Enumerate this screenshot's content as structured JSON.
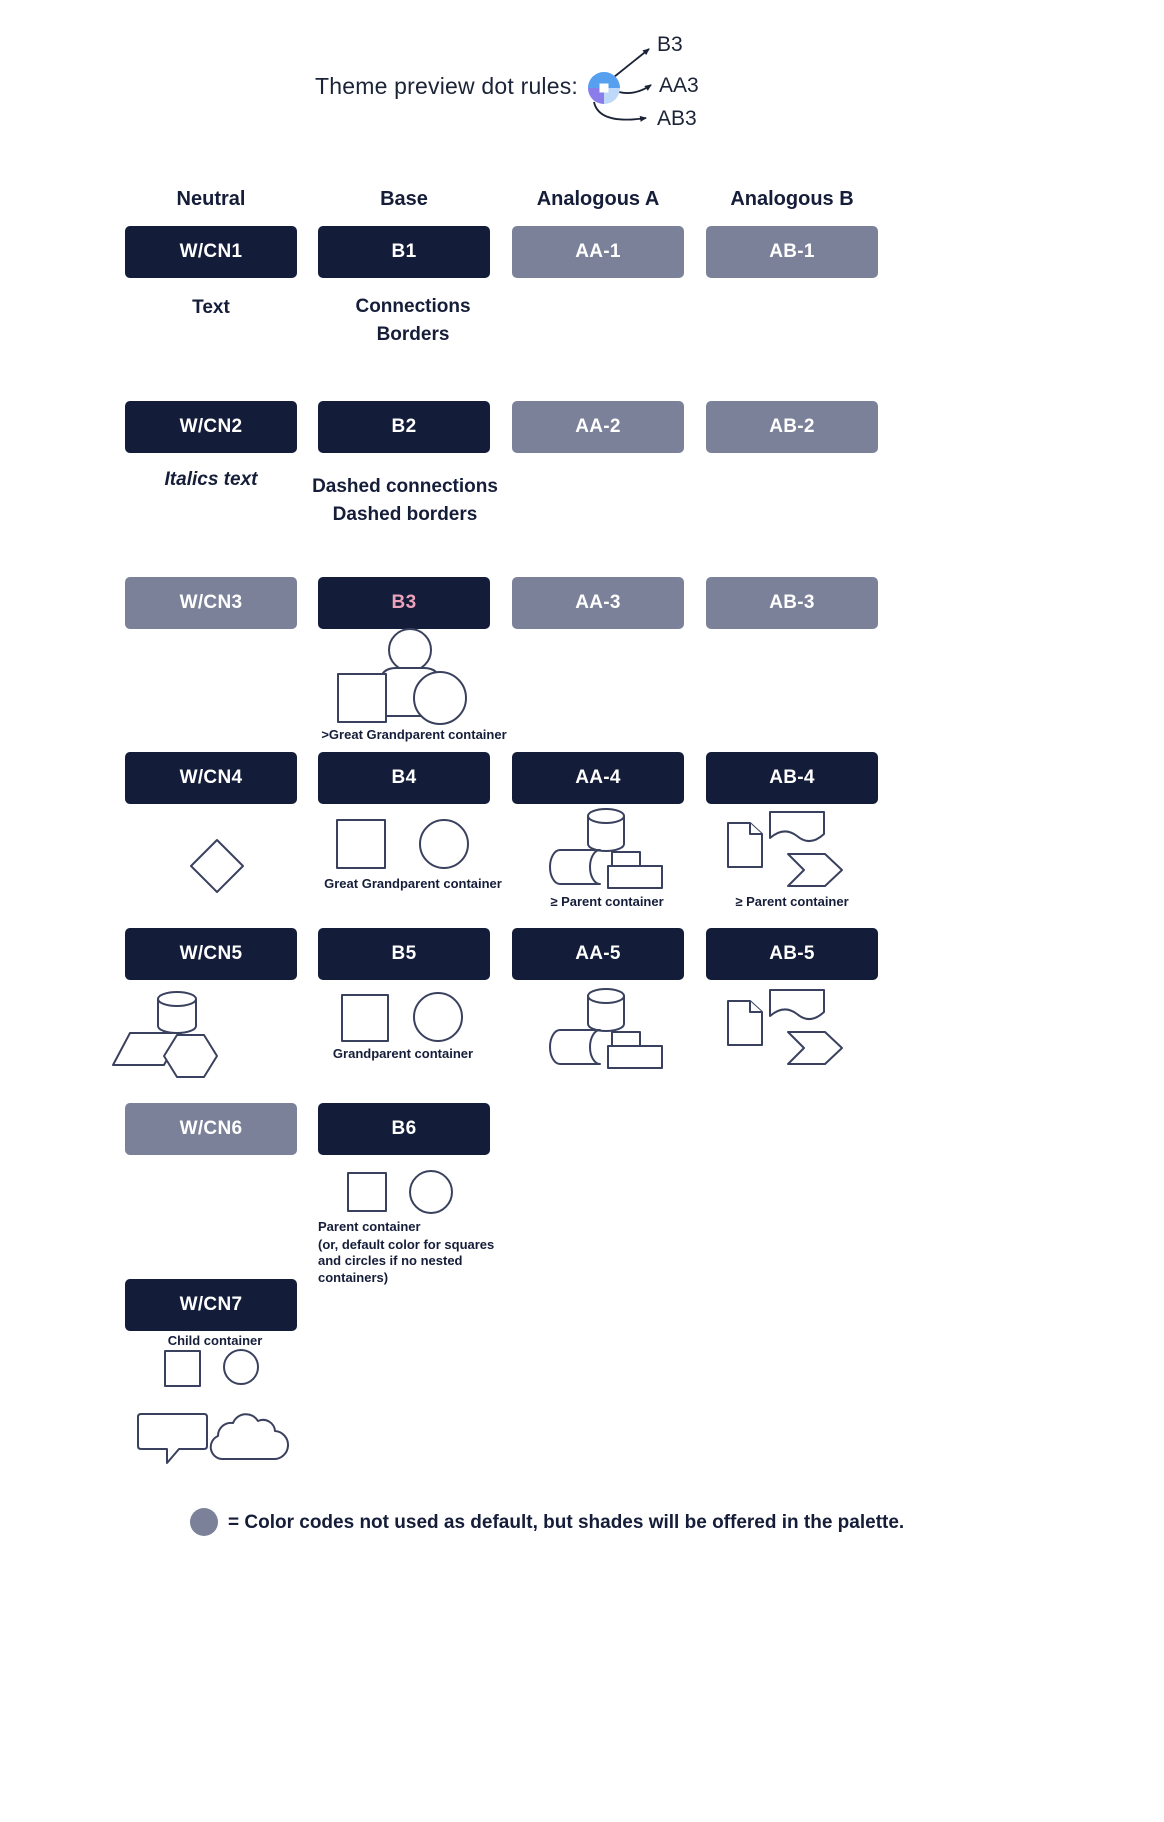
{
  "title": "Theme preview dot rules:",
  "dot_rules": {
    "labels": {
      "b3": "B3",
      "aa3": "AA3",
      "ab3": "AB3"
    },
    "dot_colors": {
      "top": "#57a0f0",
      "bottom_left": "#8b7de9",
      "bottom_right": "#bdd8f8",
      "center": "#ffffff"
    }
  },
  "column_headers": {
    "neutral": "Neutral",
    "base": "Base",
    "analogous_a": "Analogous A",
    "analogous_b": "Analogous B"
  },
  "pills": {
    "wcn1": {
      "label": "W/CN1",
      "variant": "dark"
    },
    "wcn2": {
      "label": "W/CN2",
      "variant": "dark"
    },
    "wcn3": {
      "label": "W/CN3",
      "variant": "gray"
    },
    "wcn4": {
      "label": "W/CN4",
      "variant": "dark"
    },
    "wcn5": {
      "label": "W/CN5",
      "variant": "dark"
    },
    "wcn6": {
      "label": "W/CN6",
      "variant": "gray"
    },
    "wcn7": {
      "label": "W/CN7",
      "variant": "dark"
    },
    "b1": {
      "label": "B1",
      "variant": "dark"
    },
    "b2": {
      "label": "B2",
      "variant": "dark"
    },
    "b3": {
      "label": "B3",
      "variant": "dark",
      "text_color": "#eda2bc"
    },
    "b4": {
      "label": "B4",
      "variant": "dark"
    },
    "b5": {
      "label": "B5",
      "variant": "dark"
    },
    "b6": {
      "label": "B6",
      "variant": "dark"
    },
    "aa1": {
      "label": "AA-1",
      "variant": "gray"
    },
    "aa2": {
      "label": "AA-2",
      "variant": "gray"
    },
    "aa3": {
      "label": "AA-3",
      "variant": "gray"
    },
    "aa4": {
      "label": "AA-4",
      "variant": "dark"
    },
    "aa5": {
      "label": "AA-5",
      "variant": "dark"
    },
    "ab1": {
      "label": "AB-1",
      "variant": "gray"
    },
    "ab2": {
      "label": "AB-2",
      "variant": "gray"
    },
    "ab3": {
      "label": "AB-3",
      "variant": "gray"
    },
    "ab4": {
      "label": "AB-4",
      "variant": "dark"
    },
    "ab5": {
      "label": "AB-5",
      "variant": "dark"
    }
  },
  "captions": {
    "neutral_text": "Text",
    "neutral_italics": "Italics text",
    "base_connections": "Connections",
    "base_borders": "Borders",
    "base_dashed_connections": "Dashed connections",
    "base_dashed_borders": "Dashed borders",
    "b3_caption": ">Great Grandparent container",
    "b4_caption": "Great Grandparent container",
    "b5_caption": "Grandparent container",
    "b6_caption": "Parent container",
    "b6_note": "(or, default color for squares and circles if no nested containers)",
    "aa4_caption": "≥ Parent container",
    "ab4_caption": "≥ Parent container",
    "wcn7_caption": "Child container"
  },
  "shape_groups": {
    "b3": [
      "person",
      "square",
      "circle"
    ],
    "wcn4": [
      "diamond"
    ],
    "b4": [
      "square",
      "circle"
    ],
    "aa4": [
      "cylinder",
      "stored-data",
      "stacked-rectangles"
    ],
    "ab4": [
      "note-card",
      "wavy-document",
      "chevron"
    ],
    "wcn5": [
      "cylinder",
      "parallelogram",
      "hexagon"
    ],
    "b5": [
      "square",
      "circle"
    ],
    "aa5": [
      "cylinder",
      "stored-data",
      "stacked-rectangles"
    ],
    "ab5": [
      "note-card",
      "wavy-document",
      "chevron"
    ],
    "b6": [
      "square",
      "circle"
    ],
    "wcn7": [
      "square",
      "circle",
      "callout",
      "cloud"
    ]
  },
  "legend": "= Color codes not used as default, but shades will be offered in the palette.",
  "colors": {
    "dark": "#131c38",
    "gray": "#7b8199",
    "pink": "#eda2bc",
    "ink": "#151d39"
  }
}
